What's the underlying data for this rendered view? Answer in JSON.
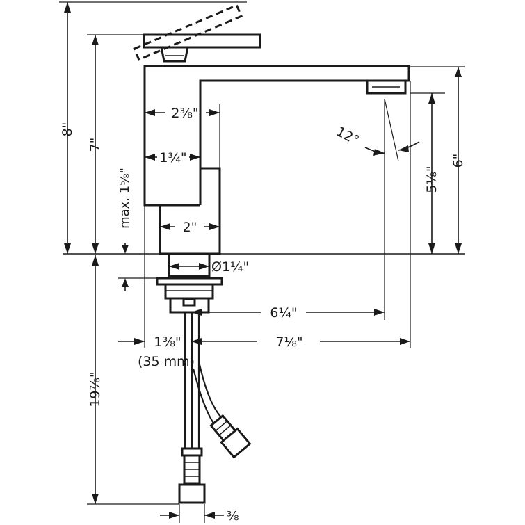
{
  "dimensions": {
    "total_height": "8\"",
    "spout_height": "7\"",
    "max_deck_thickness": "max. 1⅝\"",
    "spout_base_width_upper": "2⅜\"",
    "spout_base_width_mid": "1¾\"",
    "body_width": "2\"",
    "hole_diameter": "Ø1¼\"",
    "spout_angle": "12°",
    "aerator_height": "5⅛\"",
    "spout_outlet_height": "6\"",
    "reach_to_center": "6¼\"",
    "reach_total": "7⅛\"",
    "hole_size": "1⅜\"",
    "hole_size_metric": "(35 mm)",
    "hose_length": "19⅞\"",
    "connection_size": "⅜"
  }
}
